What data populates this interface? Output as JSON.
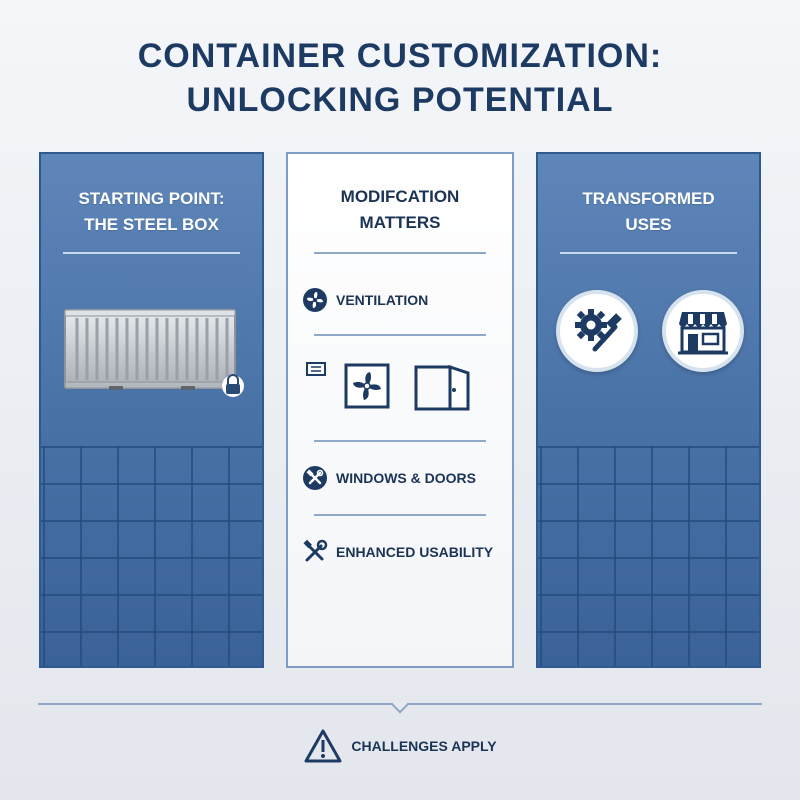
{
  "title": {
    "line1": "CONTAINER CUSTOMIZATION:",
    "line2": "UNLOCKING POTENTIAL"
  },
  "left_panel": {
    "heading_line1": "STARTING POINT:",
    "heading_line2": "THE STEEL BOX",
    "icons": [
      "shipping-container-icon",
      "padlock-icon"
    ]
  },
  "center_panel": {
    "heading_line1": "MODIFCATION",
    "heading_line2": "MATTERS",
    "items": [
      {
        "label": "VENTILATION",
        "icon": "fan-icon"
      },
      {
        "label": "WINDOWS & DOORS",
        "icon": "hammer-wrench-icon"
      },
      {
        "label": "ENHANCED USABILITY",
        "icon": "tools-icon"
      }
    ],
    "middle_icons": [
      "vent-grille-icon",
      "fan-icon",
      "door-icon"
    ]
  },
  "right_panel": {
    "heading_line1": "TRANSFORMED",
    "heading_line2": "USES",
    "icons": [
      "gear-wrench-icon",
      "storefront-icon"
    ]
  },
  "footer": {
    "label": "CHALLENGES APPLY",
    "icon": "warning-icon"
  },
  "colors": {
    "navy": "#1d3a63",
    "panel_blue": "#4b74a9",
    "panel_border": "#2f5a90"
  }
}
